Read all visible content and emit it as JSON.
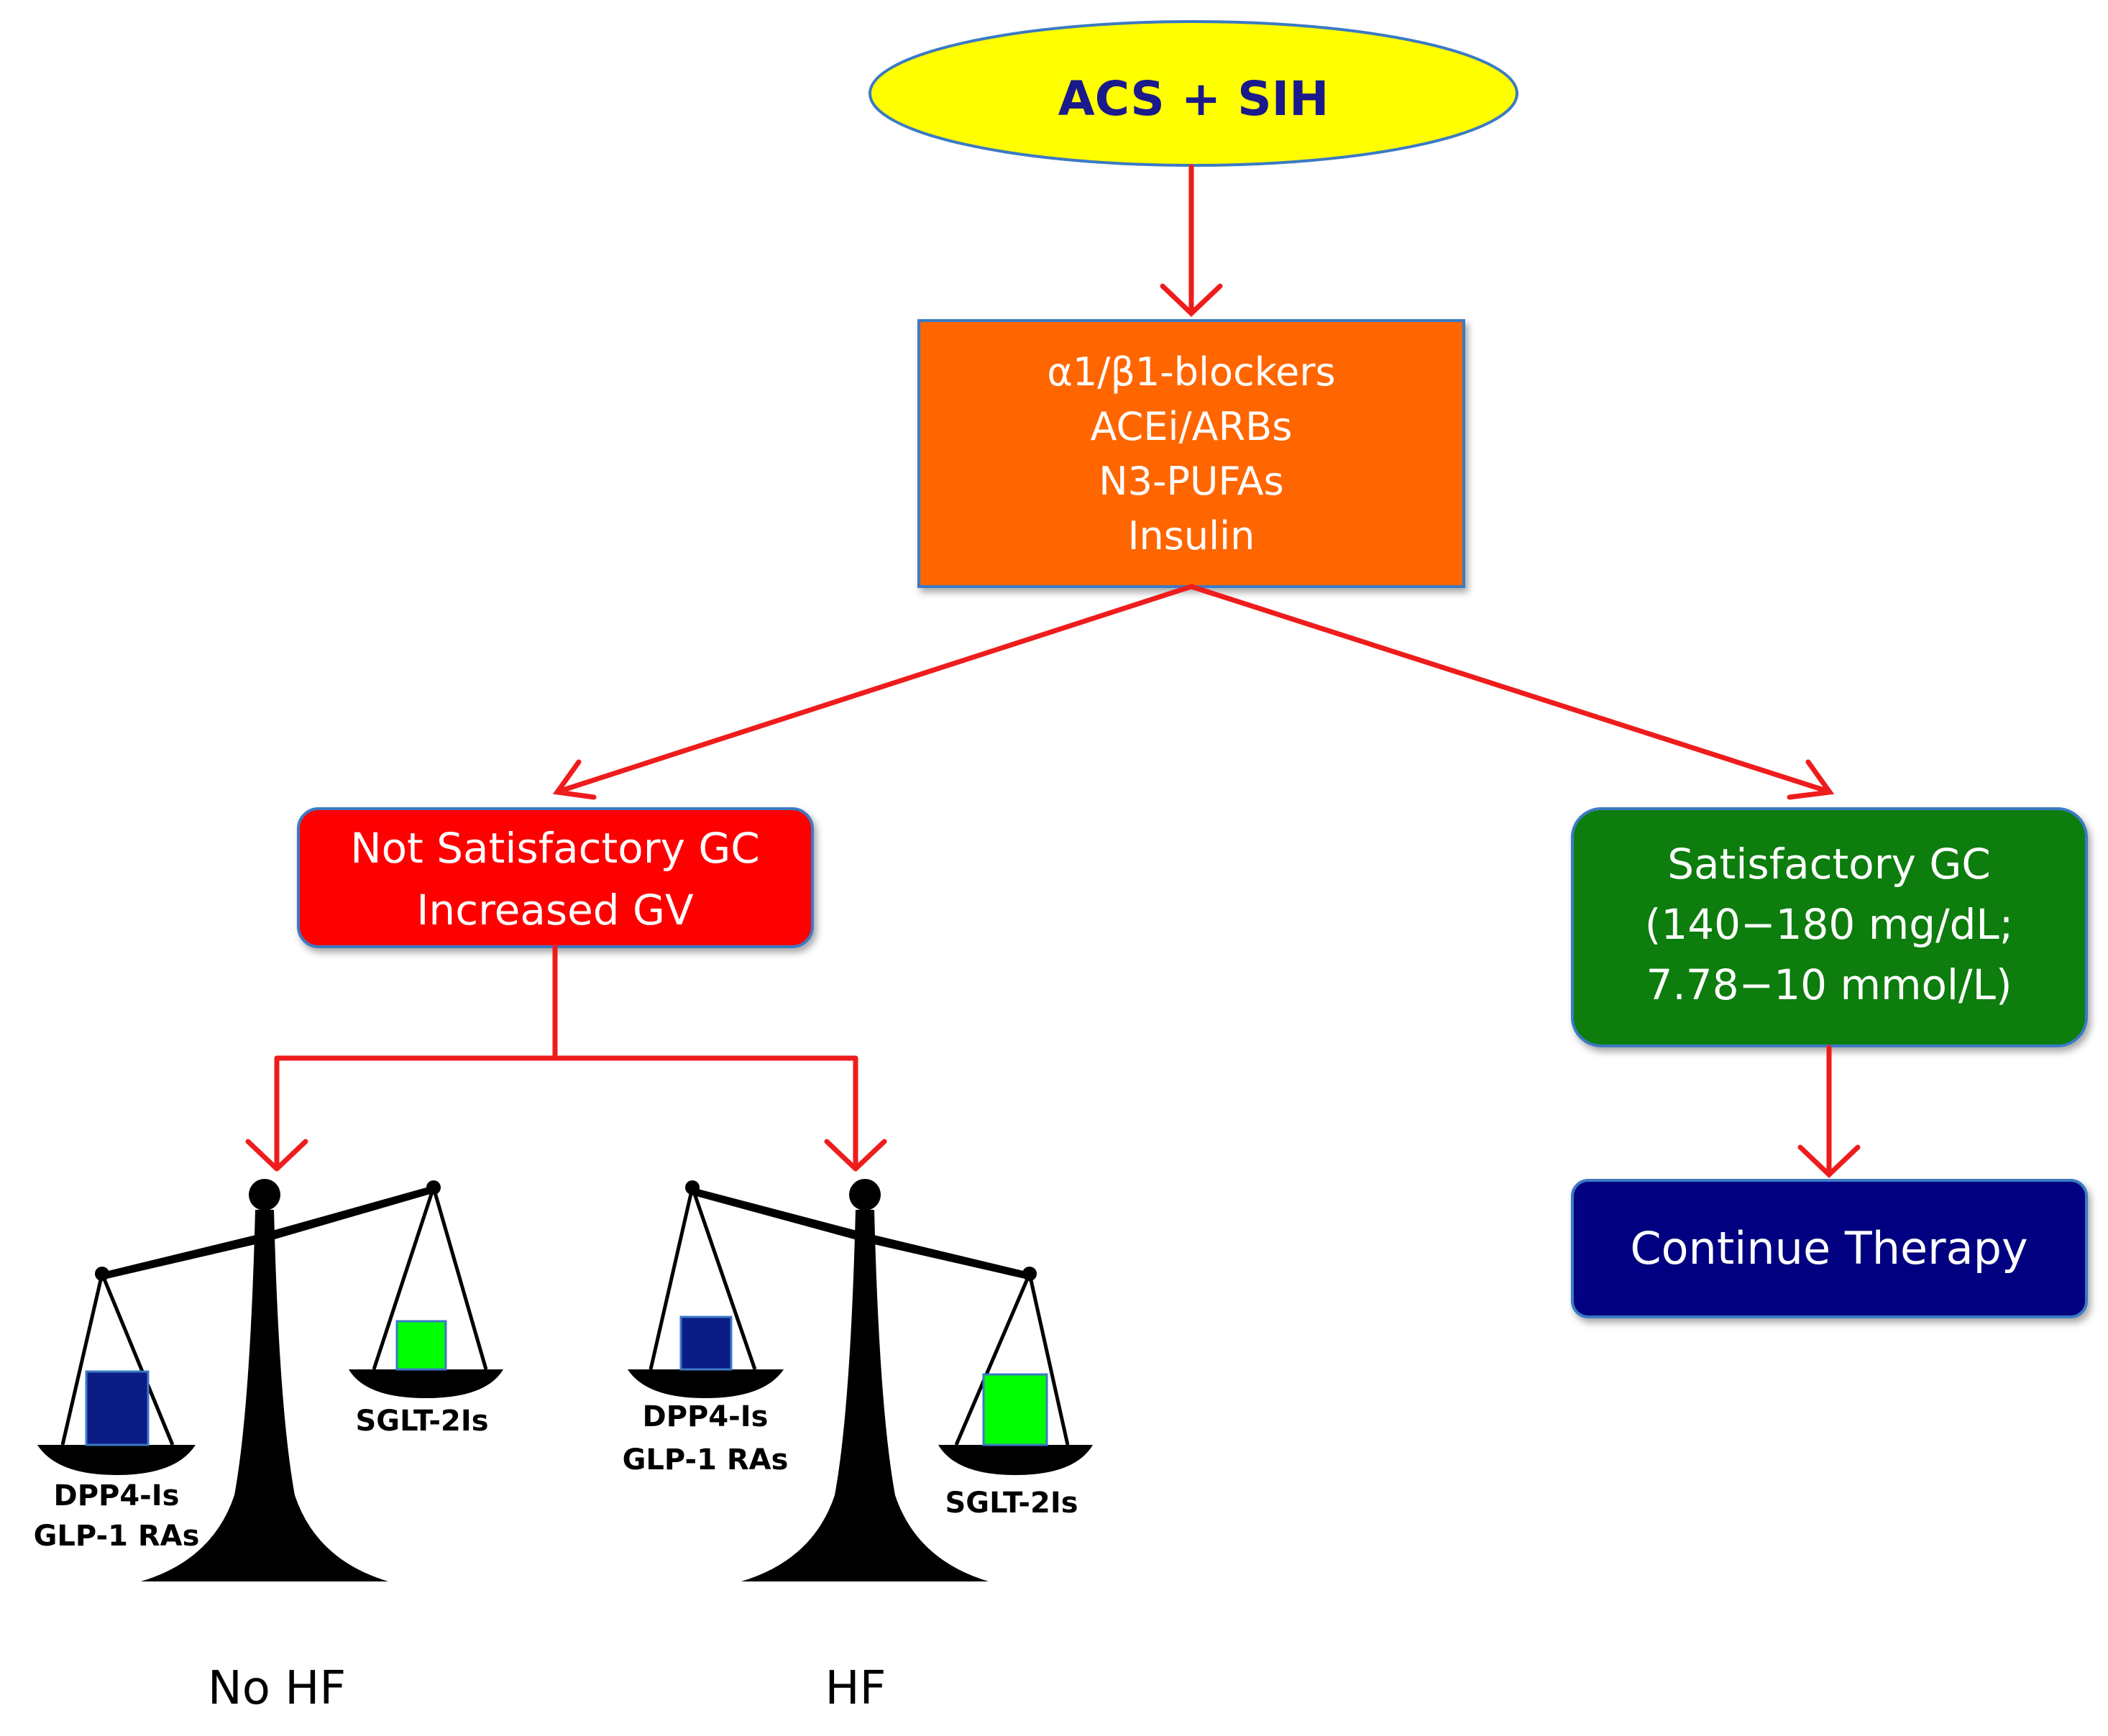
{
  "start": {
    "label": "ACS + SIH"
  },
  "treatment": {
    "lines": [
      "α1/β1-blockers",
      "ACEi/ARBs",
      "N3-PUFAs",
      "Insulin"
    ]
  },
  "not_satisfactory": {
    "lines": [
      "Not Satisfactory GC",
      "Increased GV"
    ]
  },
  "satisfactory": {
    "lines": [
      "Satisfactory GC",
      "(140−180 mg/dL;",
      "7.78−10 mmol/L)"
    ]
  },
  "continue": {
    "label": "Continue Therapy"
  },
  "scale_no_hf": {
    "caption": "No HF",
    "heavy_pan": [
      "DPP4-Is",
      "GLP-1 RAs"
    ],
    "light_pan": [
      "SGLT-2Is"
    ]
  },
  "scale_hf": {
    "caption": "HF",
    "light_pan": [
      "DPP4-Is",
      "GLP-1 RAs"
    ],
    "heavy_pan": [
      "SGLT-2Is"
    ]
  },
  "colors": {
    "arrow": "#ee1c1c",
    "start_fill": "#ffff00",
    "start_text": "#1a1a8c",
    "treatment_fill": "#ff6600",
    "not_satisfactory_fill": "#ff0000",
    "satisfactory_fill": "#0a7d0a",
    "continue_fill": "#000080",
    "box_border": "#3b7ac4",
    "scale": "#000000",
    "block_blue": "#0c1c86",
    "block_green": "#00ff00"
  }
}
